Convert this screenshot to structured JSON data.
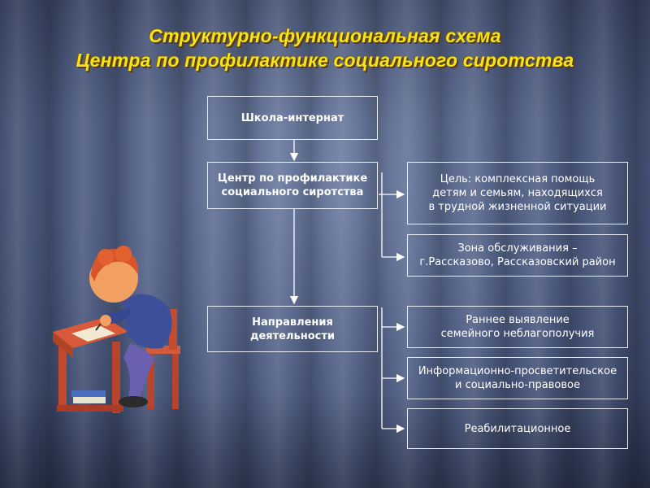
{
  "title": {
    "line1": "Структурно-функциональная схема",
    "line2": "Центра по профилактике социального сиротства"
  },
  "nodes": {
    "school": "Школа-интернат",
    "center_l1": "Центр по профилактике",
    "center_l2": "социального сиротства",
    "goal_l1": "Цель: комплексная помощь",
    "goal_l2": "детям и семьям, находящихся",
    "goal_l3": "в трудной жизненной ситуации",
    "zone_l1": "Зона обслуживания –",
    "zone_l2": "г.Рассказово,  Рассказовский район",
    "directions_l1": "Направления",
    "directions_l2": "деятельности",
    "early_l1": "Раннее выявление",
    "early_l2": "семейного неблагополучия",
    "info_l1": "Информационно-просветительское",
    "info_l2": "и социально-правовое",
    "rehab": "Реабилитационное"
  },
  "illustration": "child-writing-at-desk",
  "colors": {
    "title": "#f4e41a",
    "box_border": "#e8ecf5",
    "text": "#ffffff",
    "background": "#4d5b80"
  }
}
